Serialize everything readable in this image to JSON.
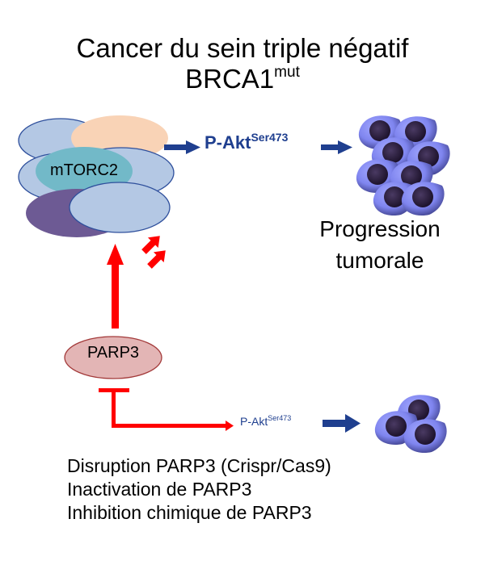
{
  "title": {
    "line1": "Cancer du sein triple négatif",
    "line2_main": "BRCA1",
    "line2_sup": "mut"
  },
  "complex": {
    "label": "mTORC2",
    "colors": {
      "subunit_fill": "#b4c8e4",
      "subunit_stroke": "#2e4f9c",
      "peach": "#f9d3b6",
      "teal": "#72b9c8",
      "purple": "#6d5a94"
    }
  },
  "akt_top": {
    "main": "P-Akt",
    "sup": "Ser473"
  },
  "akt_bottom": {
    "main": "P-Akt",
    "sup": "Ser473"
  },
  "outcome": {
    "line1": "Progression",
    "line2": "tumorale"
  },
  "parp": {
    "label": "PARP3",
    "fill": "#e3b5b5",
    "stroke": "#a33a3a"
  },
  "methods": [
    "Disruption PARP3 (Crispr/Cas9)",
    "Inactivation de PARP3",
    "Inhibition chimique de PARP3"
  ],
  "icons": {
    "arrow_blue": "#1f3f8f",
    "arrow_red": "#ff0000",
    "cell_body": "#7f85ef",
    "cell_nucleus": "#2a1d3d"
  }
}
